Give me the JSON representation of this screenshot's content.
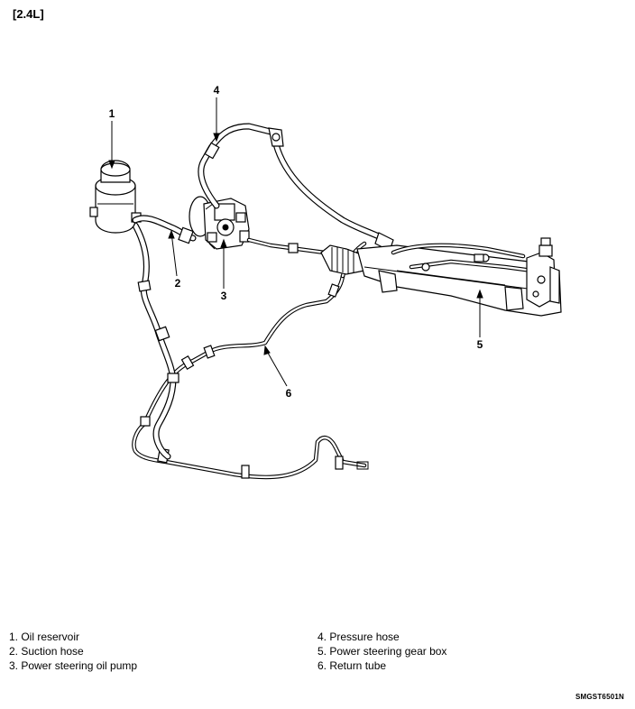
{
  "header": {
    "engine_tag": "[2.4L]"
  },
  "callouts": {
    "c1": "1",
    "c2": "2",
    "c3": "3",
    "c4": "4",
    "c5": "5",
    "c6": "6"
  },
  "legend": {
    "left": [
      "1. Oil reservoir",
      "2. Suction hose",
      "3. Power steering oil pump"
    ],
    "right": [
      "4. Pressure hose",
      "5. Power steering gear box",
      "6. Return tube"
    ]
  },
  "footer": {
    "figure_code": "SMGST6501N"
  }
}
